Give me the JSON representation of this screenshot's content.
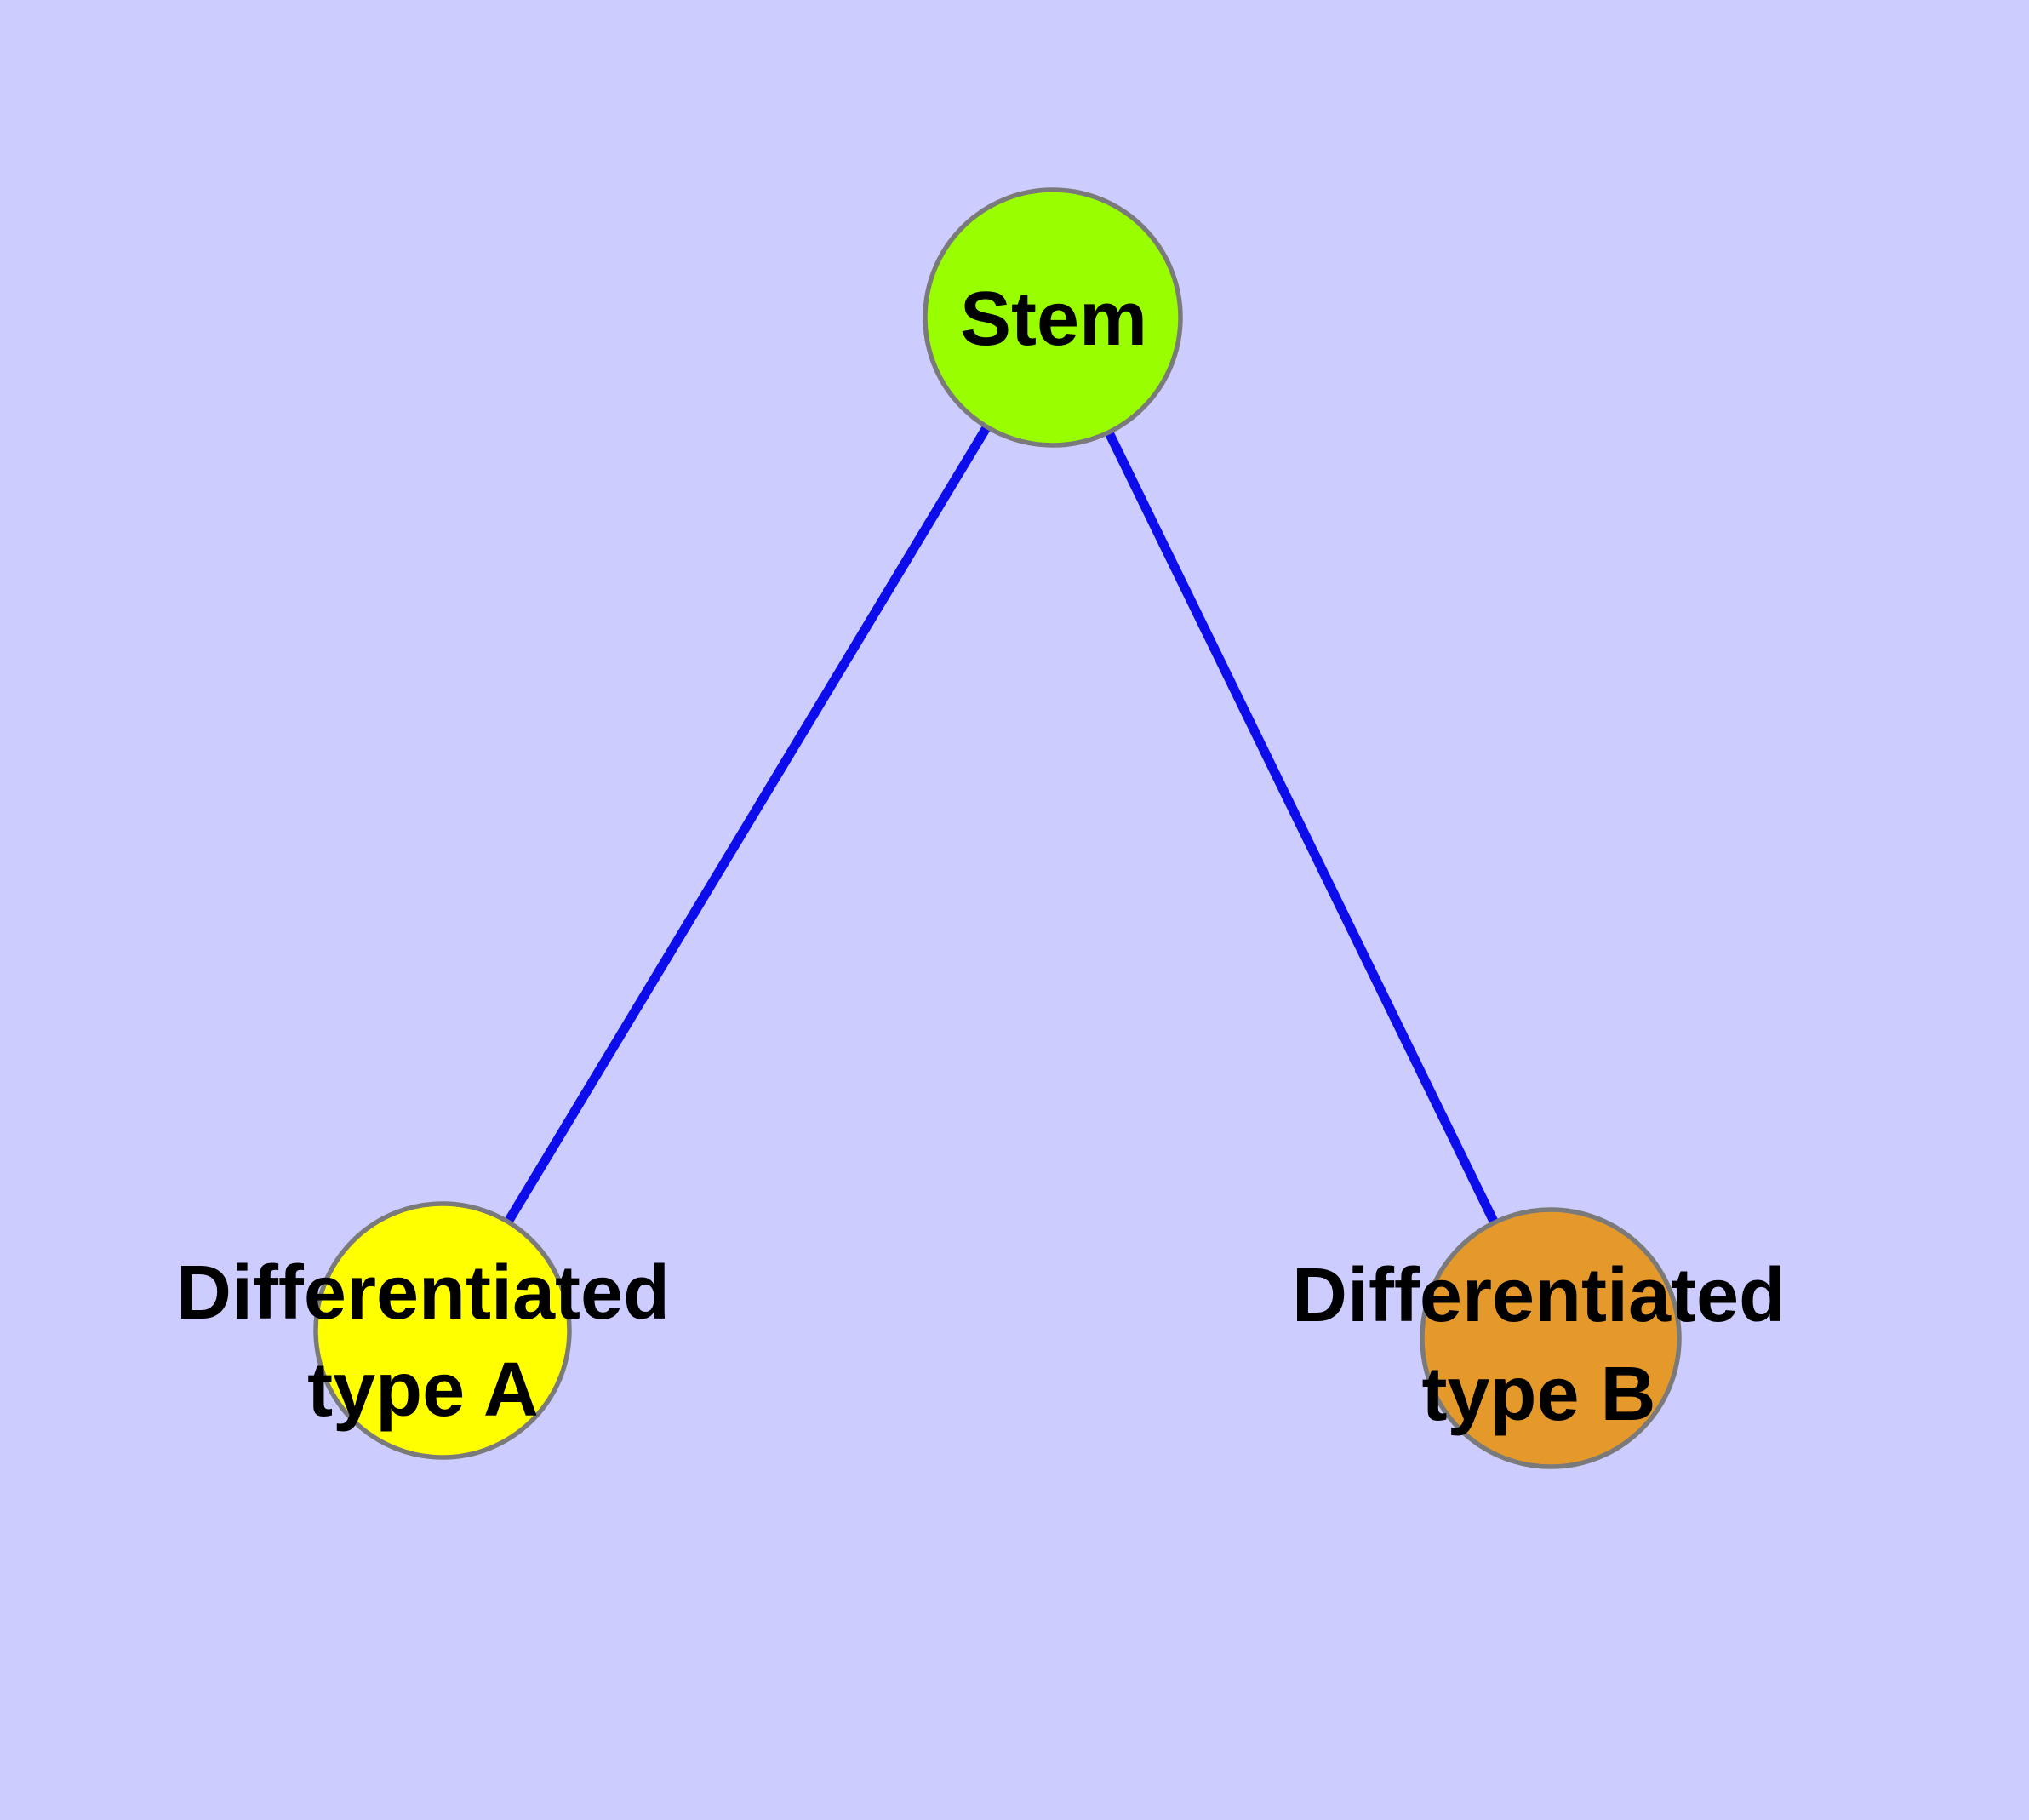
{
  "canvas": {
    "background_color": "#CCCCFF"
  },
  "graph": {
    "nodes": [
      {
        "id": "stem",
        "label": "Stem",
        "fill_color": "#99FE00",
        "border_color": "#7A7A7A"
      },
      {
        "id": "differentiated-type-a",
        "label_lines": [
          "Differentiated",
          "type A"
        ],
        "fill_color": "#FFFF00",
        "border_color": "#7A7A7A"
      },
      {
        "id": "differentiated-type-b",
        "label_lines": [
          "Differentiated",
          "type B"
        ],
        "fill_color": "#E6992B",
        "border_color": "#7A7A7A"
      }
    ],
    "edges": [
      {
        "from": "Stem",
        "to": "Differentiated type A",
        "color": "#0D0DEB"
      },
      {
        "from": "Stem",
        "to": "Differentiated type B",
        "color": "#0D0DEB"
      }
    ]
  }
}
